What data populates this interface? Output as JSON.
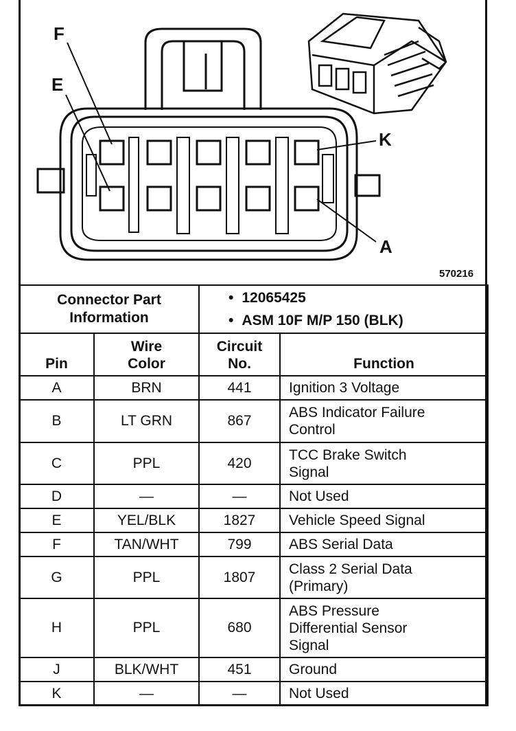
{
  "diagram": {
    "callouts": [
      "F",
      "E",
      "K",
      "A"
    ],
    "figure_number": "570216"
  },
  "connector_info": {
    "label_line1": "Connector Part",
    "label_line2": "Information",
    "values": [
      "12065425",
      "ASM 10F M/P 150 (BLK)"
    ]
  },
  "headers": {
    "pin": "Pin",
    "wire_line1": "Wire",
    "wire_line2": "Color",
    "circuit_line1": "Circuit",
    "circuit_line2": "No.",
    "function": "Function"
  },
  "rows": [
    {
      "pin": "A",
      "color": "BRN",
      "circuit": "441",
      "function": [
        "Ignition 3 Voltage"
      ]
    },
    {
      "pin": "B",
      "color": "LT GRN",
      "circuit": "867",
      "function": [
        "ABS Indicator Failure",
        "Control"
      ]
    },
    {
      "pin": "C",
      "color": "PPL",
      "circuit": "420",
      "function": [
        "TCC Brake Switch",
        "Signal"
      ]
    },
    {
      "pin": "D",
      "color": "—",
      "circuit": "—",
      "function": [
        "Not Used"
      ]
    },
    {
      "pin": "E",
      "color": "YEL/BLK",
      "circuit": "1827",
      "function": [
        "Vehicle Speed Signal"
      ]
    },
    {
      "pin": "F",
      "color": "TAN/WHT",
      "circuit": "799",
      "function": [
        "ABS Serial Data"
      ]
    },
    {
      "pin": "G",
      "color": "PPL",
      "circuit": "1807",
      "function": [
        "Class 2 Serial Data",
        "(Primary)"
      ]
    },
    {
      "pin": "H",
      "color": "PPL",
      "circuit": "680",
      "function": [
        "ABS Pressure",
        "Differential Sensor",
        "Signal"
      ]
    },
    {
      "pin": "J",
      "color": "BLK/WHT",
      "circuit": "451",
      "function": [
        "Ground"
      ]
    },
    {
      "pin": "K",
      "color": "—",
      "circuit": "—",
      "function": [
        "Not Used"
      ]
    }
  ]
}
